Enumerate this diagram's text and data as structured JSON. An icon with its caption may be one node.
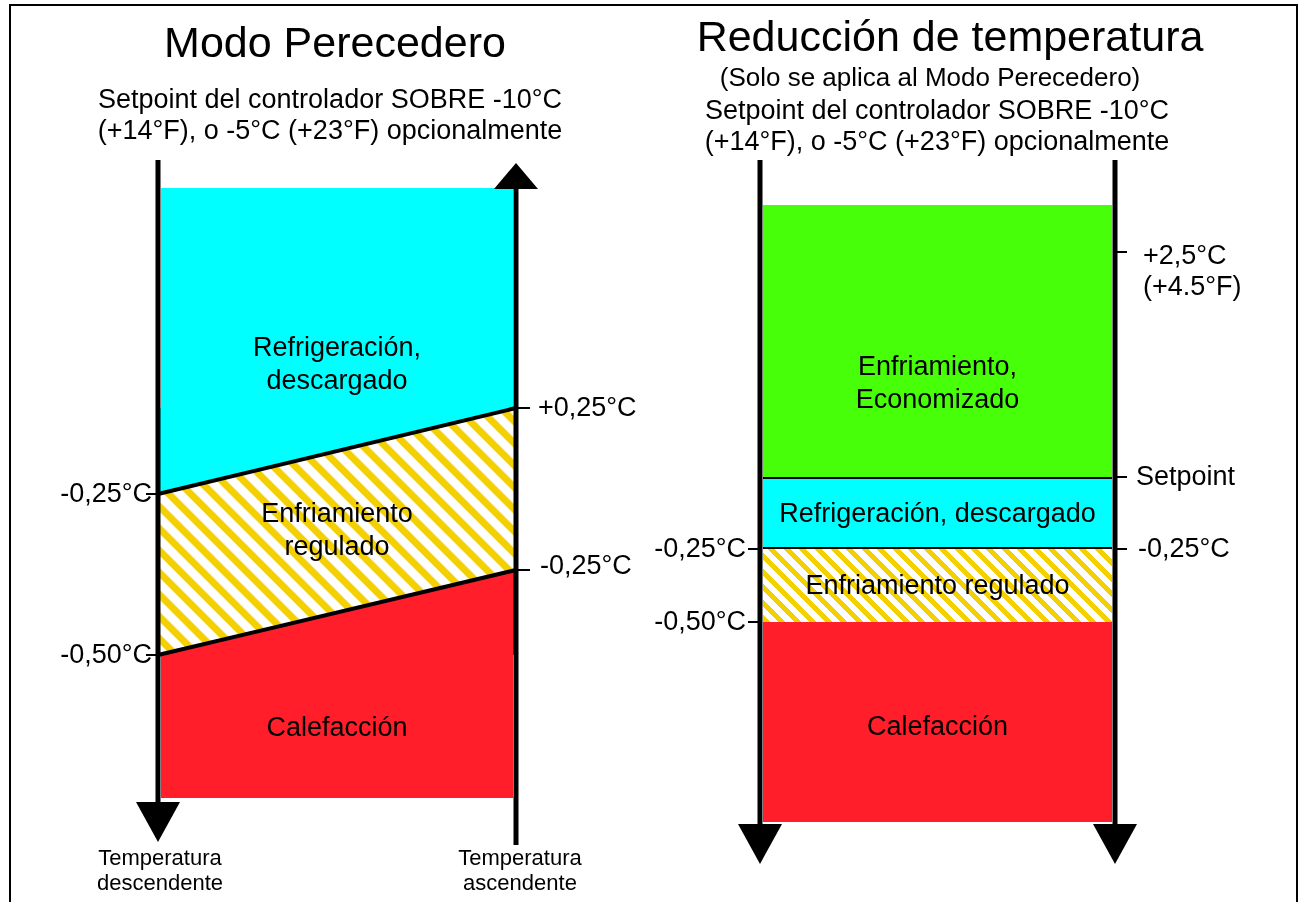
{
  "diagram": {
    "nodes": [
      {
        "text": [
          "Refrigeración, descargado"
        ]
      },
      {
        "text": [
          "Enfriamiento regulado"
        ]
      },
      {
        "text": [
          "Calefacción"
        ]
      },
      {
        "text": [
          "Enfriamiento, Economizado"
        ]
      },
      {
        "text": [
          "Refrigeración, descargado"
        ]
      },
      {
        "text": [
          "Enfriamiento regulado"
        ]
      },
      {
        "text": [
          "Calefacción"
        ]
      }
    ],
    "edges": [],
    "labels": [
      "Modo Perecedero",
      "Reducción de temperatura",
      "(Solo se aplica al Modo Perecedero)",
      "Setpoint del controlador SOBRE -10°C (+14°F), o -5°C (+23°F) opcionalmente",
      "Setpoint del controlador SOBRE -10°C (+14°F), o -5°C (+23°F) opcionalmente",
      "+2,5°C (+4.5°F)",
      "+0,25°C",
      "Setpoint",
      "-0,25°C",
      "-0,25°C",
      "-0,25°C",
      "-0,25°C",
      "-0,50°C",
      "-0,50°C",
      "Temperatura descendente",
      "Temperatura ascendente"
    ]
  }
}
